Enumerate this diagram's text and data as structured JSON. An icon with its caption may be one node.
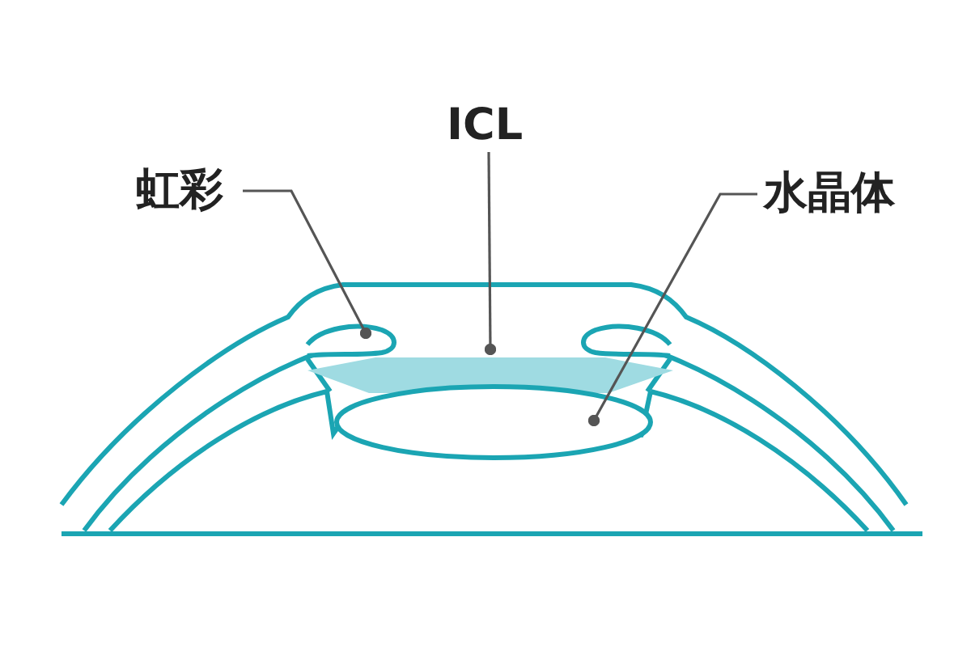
{
  "diagram": {
    "nodes": [
      {
        "text": [
          "虹彩"
        ]
      },
      {
        "text": [
          "ICL"
        ]
      },
      {
        "text": [
          "水晶体"
        ]
      },
      {
        "text": [],
        "shape": "picture"
      },
      {
        "text": [],
        "shape": "bar"
      },
      {
        "text": [],
        "shape": "ellipse"
      }
    ],
    "edges": [
      {
        "from": 0,
        "to": 3,
        "arrow": "other"
      },
      {
        "from": 1,
        "to": 4,
        "arrow": "other"
      },
      {
        "from": 2,
        "to": 5,
        "arrow": "other"
      }
    ]
  }
}
